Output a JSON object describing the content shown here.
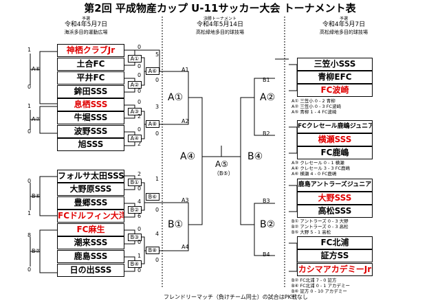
{
  "title": "第2回 平成物産カップ U-11サッカー大会 トーナメント表",
  "left_header": {
    "round": "予選",
    "date": "令和4年5月7日",
    "venue": "海浜多目的運動広場"
  },
  "center_header": {
    "round": "決勝トーナメント",
    "date": "令和4年5月14日",
    "venue": "高松緑地多目的球技場"
  },
  "right_header": {
    "round": "予選",
    "date": "令和4年5月7日",
    "venue": "高松緑地多目的球技場"
  },
  "left_teams": [
    {
      "name": "神栖クラブJr",
      "red": true
    },
    {
      "name": "土合FC",
      "red": false
    },
    {
      "name": "平井FC",
      "red": false
    },
    {
      "name": "鉾田SSS",
      "red": false
    },
    {
      "name": "息栖SSS",
      "red": true
    },
    {
      "name": "牛堀SSS",
      "red": false
    },
    {
      "name": "波野SSS",
      "red": false
    },
    {
      "name": "旭SSS",
      "red": false
    },
    {
      "name": "フォルサ太田SSS",
      "red": false
    },
    {
      "name": "大野原SSS",
      "red": false
    },
    {
      "name": "豊郷SSS",
      "red": false
    },
    {
      "name": "FCドルフィン大洋",
      "red": true
    },
    {
      "name": "FC麻生",
      "red": true
    },
    {
      "name": "潮来SSS",
      "red": false
    },
    {
      "name": "鹿島SSS",
      "red": false
    },
    {
      "name": "日の出SSS",
      "red": false
    }
  ],
  "left_tags": [
    "A①",
    "A②",
    "A⑥",
    "A③",
    "A④",
    "A⑧",
    "B①",
    "B②",
    "B⑥",
    "B③",
    "B④",
    "B⑧"
  ],
  "left_outer": [
    "A⑤",
    "A⑦",
    "B⑤",
    "B⑦"
  ],
  "left_outer_scores": [
    "1",
    "0",
    "1",
    "0",
    "0",
    "1",
    "8",
    "0"
  ],
  "left_scores": [
    "0",
    "0",
    "5",
    "0",
    "0",
    "0",
    "0",
    "2",
    "3",
    "0",
    "2",
    "0",
    "2",
    "0",
    "1",
    "4",
    "6",
    "0",
    "0",
    "0",
    "4",
    "1",
    "0",
    "0"
  ],
  "left_slots": [
    "A1",
    "A2",
    "A3",
    "A4"
  ],
  "right_teams": [
    {
      "name": "三笠小SSS",
      "red": false
    },
    {
      "name": "青柳EFC",
      "red": false
    },
    {
      "name": "FC波崎",
      "red": true
    },
    {
      "name": "FCクレセール鹿嶋ジュニア",
      "red": false,
      "small": true
    },
    {
      "name": "横瀬SSS",
      "red": true
    },
    {
      "name": "FC鹿嶋",
      "red": false
    },
    {
      "name": "鹿島アントラーズジュニア",
      "red": false,
      "small": true
    },
    {
      "name": "大野SSS",
      "red": true
    },
    {
      "name": "高松SSS",
      "red": false
    },
    {
      "name": "FC北浦",
      "red": false
    },
    {
      "name": "証方SS",
      "red": false
    },
    {
      "name": "カシマアカデミーJr",
      "red": true
    }
  ],
  "right_slots": [
    "B1",
    "B2",
    "B3",
    "B4"
  ],
  "right_results": [
    [
      "A① 三笠小 0 - 2 青柳",
      "A② 三笠小 0 - 3 FC波崎",
      "A⑤ 青柳 1 - 4 FC波崎"
    ],
    [
      "A③ クレセール 0 - 1 横瀬",
      "A④ クレセール 3 - 3 FC鹿嶋",
      "A⑥ 横瀬 4 - 0 FC鹿嶋"
    ],
    [
      "B① アントラーズ 0 - 3 大野",
      "B② アントラーズ 0 - 3 高松",
      "B⑤ 大野 5 - 1 高松"
    ],
    [
      "B② FC北浦 7 - 0 証方",
      "B④ FC北浦 0 - 1 アカデミー",
      "B⑥ 証方 0 - 10 アカデミー"
    ]
  ],
  "final_labels": {
    "a1": "A①",
    "b1": "B①",
    "a2": "A②",
    "b2": "B②",
    "a4": "A④",
    "b4": "B④",
    "a5": "A⑤",
    "b5_sub": "（B⑤）"
  },
  "footer": "フレンドリーマッチ（負けチーム同士）の試合はPK戦なし"
}
